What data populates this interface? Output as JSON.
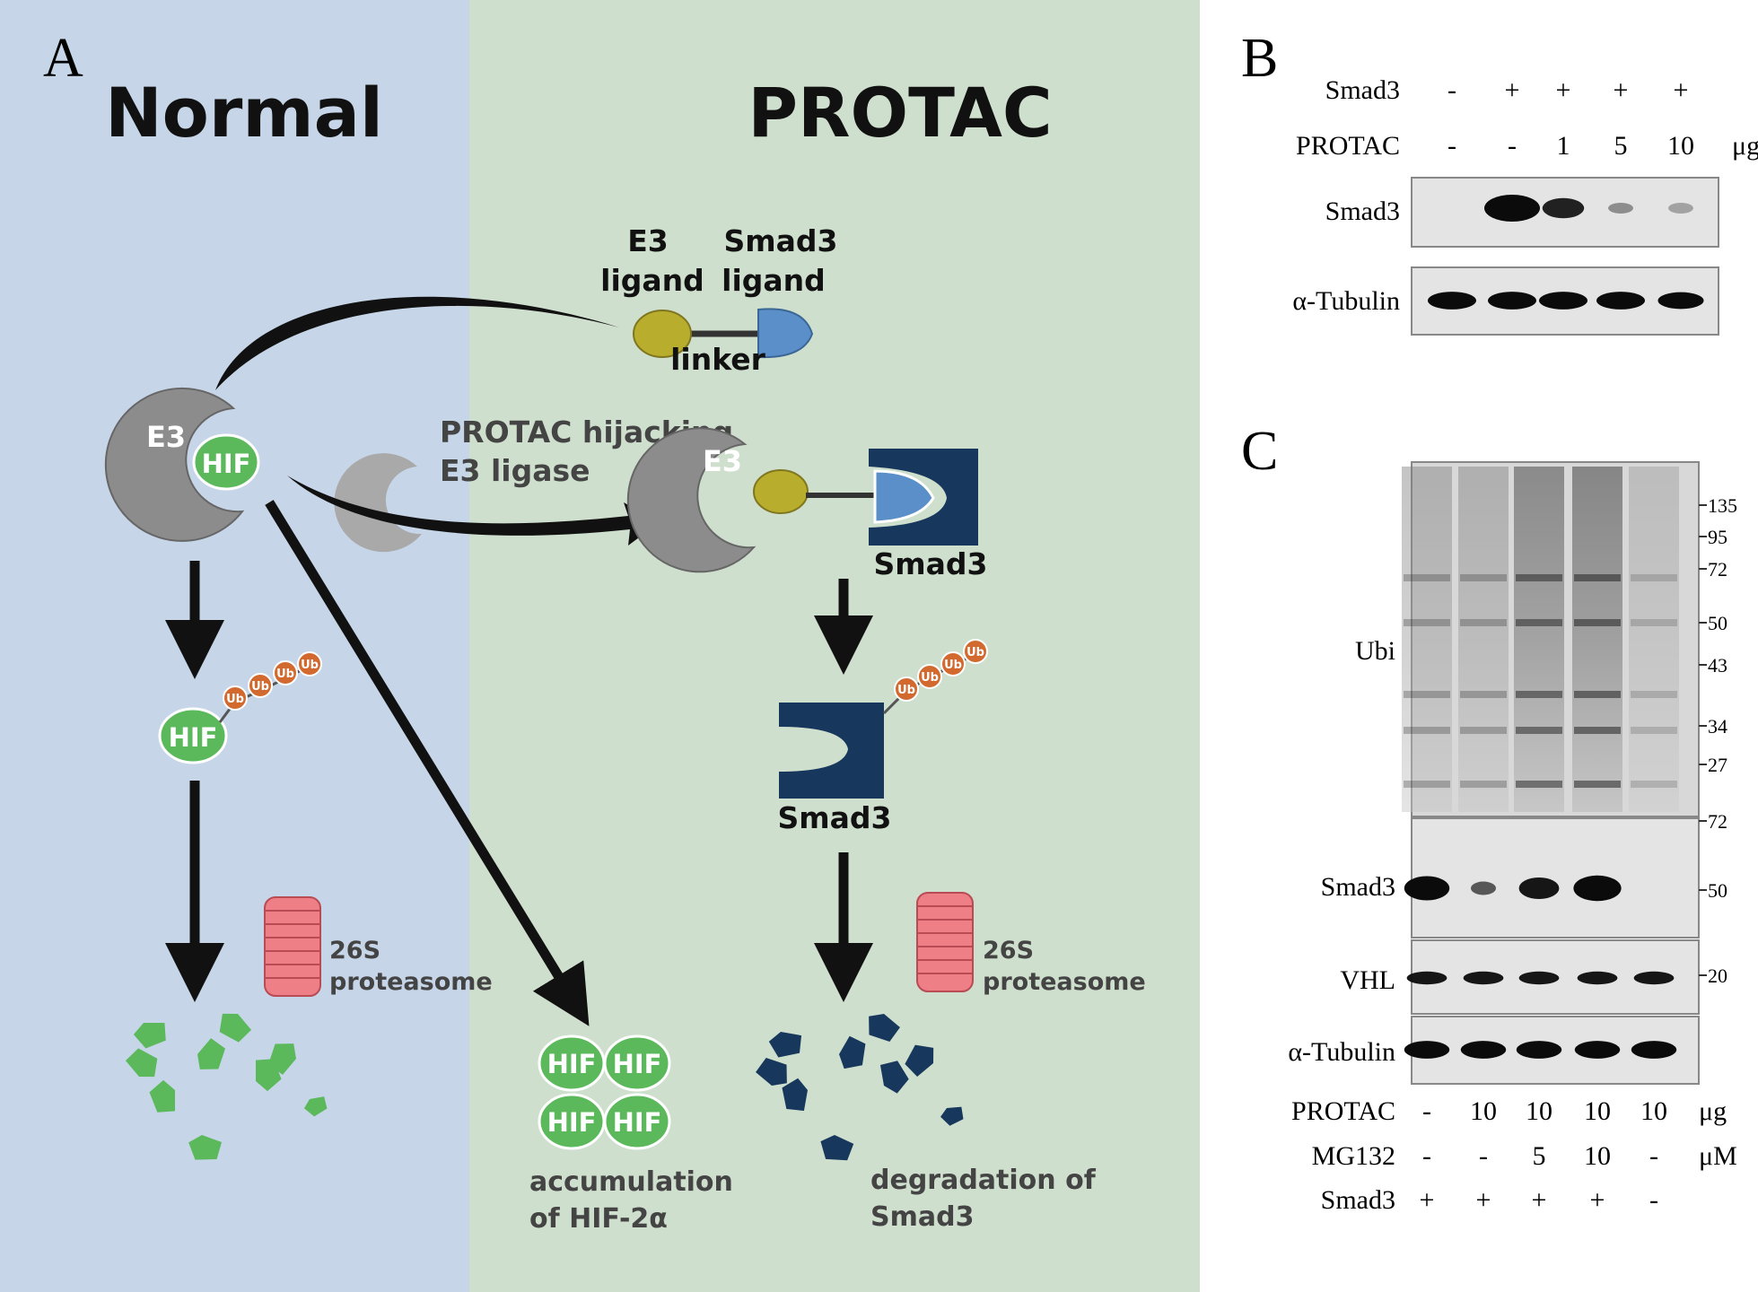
{
  "panel_a": {
    "letter": "A",
    "left_title": "Normal",
    "right_title": "PROTAC",
    "protac_molecule": {
      "e3_ligand_line1": "E3",
      "e3_ligand_line2": "ligand",
      "smad3_ligand_line1": "Smad3",
      "smad3_ligand_line2": "ligand",
      "linker": "linker"
    },
    "e3_label": "E3",
    "hif_label": "HIF",
    "ub_label": "Ub",
    "hijack_line1": "PROTAC hijacking",
    "hijack_line2": "E3 ligase",
    "smad3_label": "Smad3",
    "proteasome_line1": "26S",
    "proteasome_line2": "proteasome",
    "accumulation_line1": "accumulation",
    "accumulation_line2": "of HIF-2α",
    "degradation_line1": "degradation of",
    "degradation_line2": "Smad3",
    "colors": {
      "normal_bg": "#c6d6e8",
      "protac_bg": "#cfdfcd",
      "e3_gray": "#8c8c8c",
      "hif_green": "#5bb85b",
      "ub_orange": "#d2692f",
      "e3_ligand": "#b8ad2c",
      "smad3_ligand": "#5b8fc9",
      "smad3_navy": "#17375c",
      "proteasome_pink": "#ef7f86"
    }
  },
  "panel_b": {
    "letter": "B",
    "conditions": [
      {
        "label": "Smad3",
        "values": [
          "-",
          "+",
          "+",
          "+",
          "+"
        ],
        "unit": ""
      },
      {
        "label": "PROTAC",
        "values": [
          "-",
          "-",
          "1",
          "5",
          "10"
        ],
        "unit": "μg"
      }
    ],
    "blots": [
      {
        "label": "Smad3",
        "band_intensity": [
          0,
          1.0,
          0.75,
          0.25,
          0.15
        ]
      },
      {
        "label": "α-Tubulin",
        "band_intensity": [
          0.9,
          0.9,
          0.9,
          0.9,
          0.85
        ]
      }
    ]
  },
  "panel_c": {
    "letter": "C",
    "blots": [
      {
        "label": "Ubi",
        "markers": [
          "135",
          "95",
          "72",
          "50",
          "43",
          "34",
          "27"
        ]
      },
      {
        "label": "Smad3",
        "markers": [
          "72",
          "50"
        ],
        "band_intensity": [
          0.9,
          0.5,
          0.8,
          0.95,
          0
        ]
      },
      {
        "label": "VHL",
        "markers": [
          "20"
        ],
        "band_intensity": [
          0.8,
          0.8,
          0.8,
          0.8,
          0.8
        ]
      },
      {
        "label": "α-Tubulin",
        "markers": [],
        "band_intensity": [
          0.9,
          0.9,
          0.9,
          0.9,
          0.9
        ]
      }
    ],
    "conditions": [
      {
        "label": "PROTAC",
        "values": [
          "-",
          "10",
          "10",
          "10",
          "10"
        ],
        "unit": "μg"
      },
      {
        "label": "MG132",
        "values": [
          "-",
          "-",
          "5",
          "10",
          "-"
        ],
        "unit": "μM"
      },
      {
        "label": "Smad3",
        "values": [
          "+",
          "+",
          "+",
          "+",
          "-"
        ],
        "unit": ""
      }
    ]
  }
}
